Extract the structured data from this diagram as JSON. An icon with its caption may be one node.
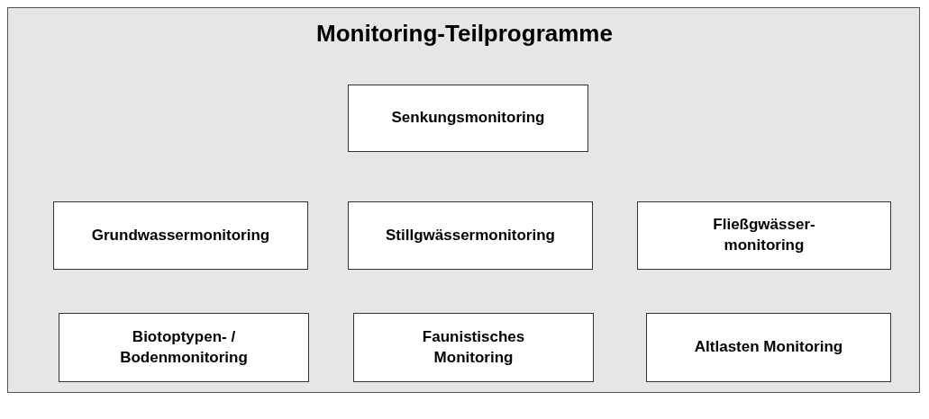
{
  "diagram": {
    "title": "Monitoring-Teilprogramme",
    "nodes": [
      {
        "text": [
          "Senkungsmonitoring"
        ]
      },
      {
        "text": [
          "Grundwassermonitoring"
        ]
      },
      {
        "text": [
          "Stillgwässermonitoring"
        ]
      },
      {
        "text": [
          "Fließgwässer- monitoring"
        ]
      },
      {
        "text": [
          "Biotoptypen- / Bodenmonitoring"
        ]
      },
      {
        "text": [
          "Faunistisches Monitoring"
        ]
      },
      {
        "text": [
          "Altlasten Monitoring"
        ]
      }
    ]
  }
}
